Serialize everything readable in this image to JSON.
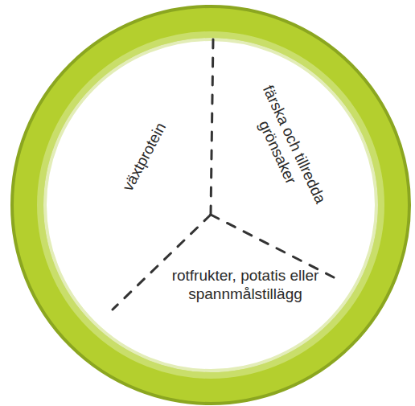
{
  "diagram": {
    "nodes": [
      {
        "text": [
          "växtprotein",
          "färska och tillredda grönsaker",
          "rotfrukter, potatis eller spannmålstillägg"
        ]
      }
    ]
  }
}
